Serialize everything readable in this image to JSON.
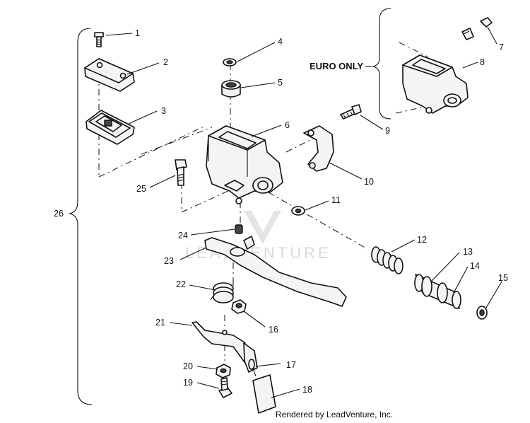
{
  "diagram": {
    "callouts": [
      {
        "id": "c1",
        "text": "1"
      },
      {
        "id": "c2",
        "text": "2"
      },
      {
        "id": "c3",
        "text": "3"
      },
      {
        "id": "c4",
        "text": "4"
      },
      {
        "id": "c5",
        "text": "5"
      },
      {
        "id": "c6",
        "text": "6"
      },
      {
        "id": "c7",
        "text": "7"
      },
      {
        "id": "c8",
        "text": "8"
      },
      {
        "id": "c9",
        "text": "9"
      },
      {
        "id": "c10",
        "text": "10"
      },
      {
        "id": "c11",
        "text": "11"
      },
      {
        "id": "c12",
        "text": "12"
      },
      {
        "id": "c13",
        "text": "13"
      },
      {
        "id": "c14",
        "text": "14"
      },
      {
        "id": "c15",
        "text": "15"
      },
      {
        "id": "c16",
        "text": "16"
      },
      {
        "id": "c17",
        "text": "17"
      },
      {
        "id": "c18",
        "text": "18"
      },
      {
        "id": "c19",
        "text": "19"
      },
      {
        "id": "c20",
        "text": "20"
      },
      {
        "id": "c21",
        "text": "21"
      },
      {
        "id": "c22",
        "text": "22"
      },
      {
        "id": "c23",
        "text": "23"
      },
      {
        "id": "c24",
        "text": "24"
      },
      {
        "id": "c25",
        "text": "25"
      },
      {
        "id": "c26",
        "text": "26"
      }
    ],
    "euro_label": "EURO ONLY",
    "watermark": "LEADVENTURE",
    "credit": "Rendered by LeadVenture, Inc."
  }
}
